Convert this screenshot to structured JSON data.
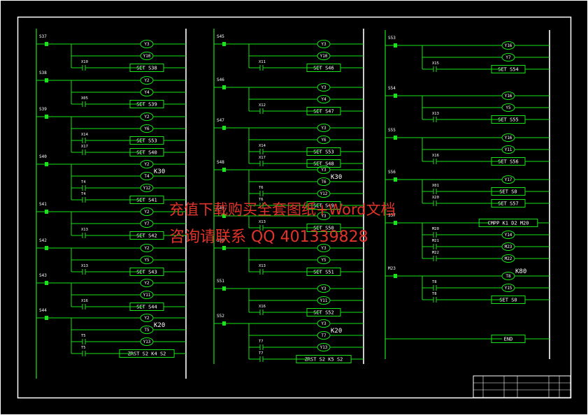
{
  "colors": {
    "background": "#000000",
    "line": "#19e619",
    "frame": "#ffffff",
    "text": "#ffffff",
    "watermark": "#e0342a"
  },
  "columns": [
    {
      "rungs": [
        {
          "step": "S37",
          "outs": [
            {
              "t": "coil",
              "label": "Y3"
            },
            {
              "t": "coil",
              "label": "Y10"
            },
            {
              "t": "set",
              "label": "SET S38",
              "contact": "X10"
            }
          ]
        },
        {
          "step": "S38",
          "outs": [
            {
              "t": "coil",
              "label": "Y2"
            },
            {
              "t": "coil",
              "label": "Y4"
            },
            {
              "t": "set",
              "label": "SET S39",
              "contact": "X05"
            }
          ]
        },
        {
          "step": "S39",
          "outs": [
            {
              "t": "coil",
              "label": "Y2"
            },
            {
              "t": "coil",
              "label": "Y6"
            },
            {
              "t": "set",
              "label": "SET S53",
              "contact": "X14"
            },
            {
              "t": "set",
              "label": "SET S40",
              "contact": "X17"
            }
          ]
        },
        {
          "step": "S40",
          "outs": [
            {
              "t": "coil",
              "label": "Y2"
            },
            {
              "t": "coil",
              "label": "T4",
              "note": "K30"
            },
            {
              "t": "coil",
              "label": "Y12",
              "contact": "T4"
            },
            {
              "t": "set",
              "label": "SET S41",
              "contact": "T4"
            }
          ]
        },
        {
          "step": "S41",
          "outs": [
            {
              "t": "coil",
              "label": "Y2"
            },
            {
              "t": "coil",
              "label": "Y7"
            },
            {
              "t": "set",
              "label": "SET S42",
              "contact": "X13"
            }
          ]
        },
        {
          "step": "S42",
          "outs": [
            {
              "t": "coil",
              "label": "Y2"
            },
            {
              "t": "coil",
              "label": "Y5"
            },
            {
              "t": "set",
              "label": "SET S43",
              "contact": "X13"
            }
          ]
        },
        {
          "step": "S43",
          "outs": [
            {
              "t": "coil",
              "label": "Y2"
            },
            {
              "t": "coil",
              "label": "Y11"
            },
            {
              "t": "set",
              "label": "SET S44",
              "contact": "X16"
            }
          ]
        },
        {
          "step": "S44",
          "outs": [
            {
              "t": "coil",
              "label": "Y2"
            },
            {
              "t": "coil",
              "label": "T5",
              "note": "K20"
            },
            {
              "t": "coil",
              "label": "Y13",
              "contact": "T5"
            },
            {
              "t": "set",
              "label": "ZRST S2 K4 S2",
              "contact": "T5"
            }
          ]
        }
      ]
    },
    {
      "rungs": [
        {
          "step": "S45",
          "outs": [
            {
              "t": "coil",
              "label": "Y3"
            },
            {
              "t": "coil",
              "label": "Y10"
            },
            {
              "t": "set",
              "label": "SET S46",
              "contact": "X11"
            }
          ]
        },
        {
          "step": "S46",
          "outs": [
            {
              "t": "coil",
              "label": "Y3"
            },
            {
              "t": "coil",
              "label": "Y4"
            },
            {
              "t": "set",
              "label": "SET S47",
              "contact": "X12"
            }
          ]
        },
        {
          "step": "S47",
          "outs": [
            {
              "t": "coil",
              "label": "Y3"
            },
            {
              "t": "coil",
              "label": "Y6"
            },
            {
              "t": "set",
              "label": "SET S53",
              "contact": "X14"
            },
            {
              "t": "set",
              "label": "SET S48",
              "contact": "X17"
            }
          ]
        },
        {
          "step": "S48",
          "outs": [
            {
              "t": "coil",
              "label": "Y3"
            },
            {
              "t": "coil",
              "label": "T6",
              "note": "K30"
            },
            {
              "t": "coil",
              "label": "Y12",
              "contact": "T6"
            },
            {
              "t": "set",
              "label": "SET S49",
              "contact": "T6"
            }
          ]
        },
        {
          "step": "S49",
          "outs": [
            {
              "t": "coil",
              "label": "Y3"
            },
            {
              "t": "set",
              "label": "SET S50",
              "contact": "X13"
            }
          ]
        },
        {
          "step": "S50",
          "outs": [
            {
              "t": "coil",
              "label": "Y3"
            },
            {
              "t": "coil",
              "label": "Y5"
            },
            {
              "t": "set",
              "label": "SET S51",
              "contact": "X13"
            }
          ]
        },
        {
          "step": "S51",
          "outs": [
            {
              "t": "coil",
              "label": "Y3"
            },
            {
              "t": "coil",
              "label": "Y11"
            },
            {
              "t": "set",
              "label": "SET S52",
              "contact": "X16"
            }
          ]
        },
        {
          "step": "S52",
          "outs": [
            {
              "t": "coil",
              "label": "Y3"
            },
            {
              "t": "coil",
              "label": "T7",
              "note": "K20"
            },
            {
              "t": "coil",
              "label": "Y13",
              "contact": "T7"
            },
            {
              "t": "set",
              "label": "ZRST S2 K5 S2",
              "contact": "T7"
            }
          ]
        }
      ]
    },
    {
      "rungs": [
        {
          "step": "S53",
          "outs": [
            {
              "t": "coil",
              "label": "Y16"
            },
            {
              "t": "coil",
              "label": "Y7"
            },
            {
              "t": "set",
              "label": "SET S54",
              "contact": "X15"
            }
          ]
        },
        {
          "step": "S54",
          "outs": [
            {
              "t": "coil",
              "label": "Y16"
            },
            {
              "t": "coil",
              "label": "Y5"
            },
            {
              "t": "set",
              "label": "SET S55",
              "contact": "X13"
            }
          ]
        },
        {
          "step": "S55",
          "outs": [
            {
              "t": "coil",
              "label": "Y16"
            },
            {
              "t": "coil",
              "label": "Y11"
            },
            {
              "t": "set",
              "label": "SET S56",
              "contact": "X16"
            }
          ]
        },
        {
          "step": "S56",
          "outs": [
            {
              "t": "coil",
              "label": "Y17"
            },
            {
              "t": "set",
              "label": "SET S0",
              "contact": "X01"
            },
            {
              "t": "set",
              "label": "SET S57",
              "contact": "X20"
            }
          ]
        },
        {
          "step": "S57",
          "outs": [
            {
              "t": "set",
              "label": "CMPP K1 D2 M20"
            },
            {
              "t": "coil",
              "label": "Y14",
              "contact": "M20"
            },
            {
              "t": "coil",
              "label": "M23",
              "contact": "M21"
            },
            {
              "t": "coil",
              "label": "M22",
              "contact": "M22"
            }
          ]
        },
        {
          "step": "M23",
          "outs": [
            {
              "t": "coil",
              "label": "T8",
              "note": "K80"
            },
            {
              "t": "coil",
              "label": "Y15",
              "contact": "T8"
            },
            {
              "t": "set",
              "label": "SET S0",
              "contact": "T8"
            }
          ]
        },
        {
          "step": "",
          "outs": [
            {
              "t": "set",
              "label": "END"
            }
          ]
        }
      ]
    }
  ],
  "watermark": {
    "line1": "充值下载购买全套图纸+Word文档",
    "line2": "咨询请联系 QQ 401339828"
  }
}
